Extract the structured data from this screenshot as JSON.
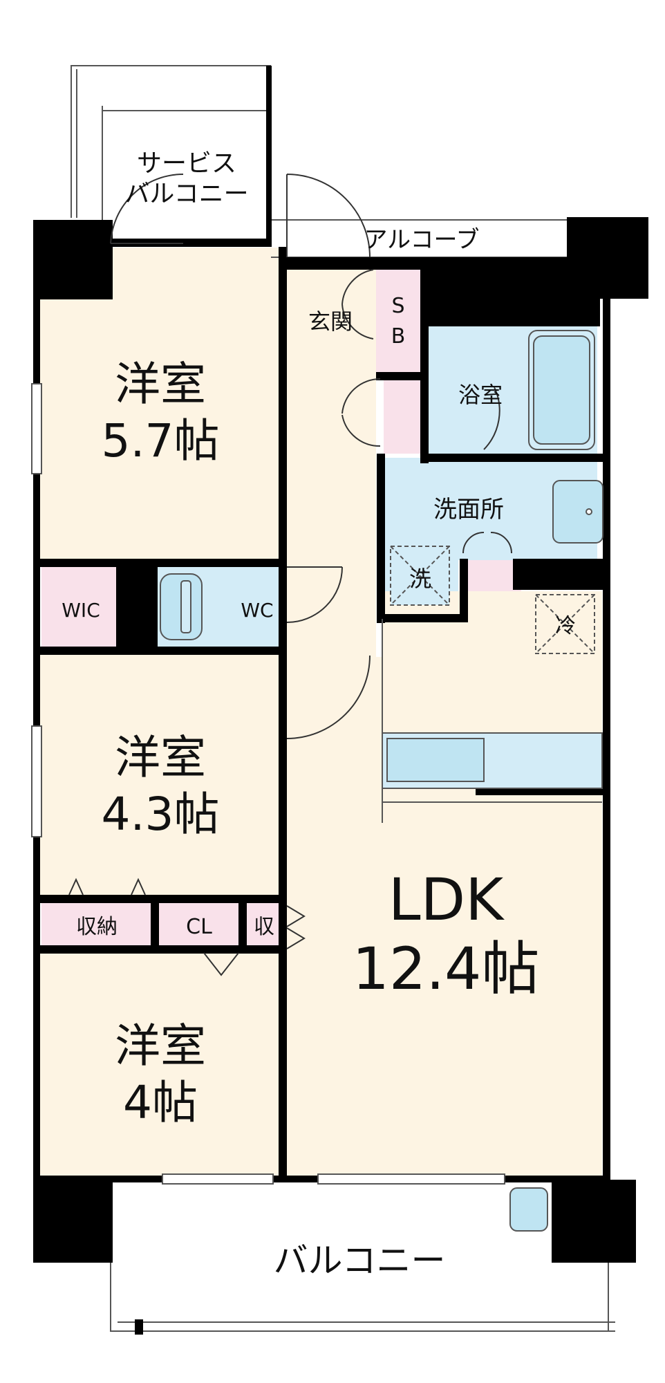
{
  "floorplan": {
    "rooms": {
      "service_balcony": {
        "line1": "サービス",
        "line2": "バルコニー"
      },
      "alcove": "アルコーブ",
      "entrance": "玄関",
      "shoe_box": {
        "line1": "S",
        "line2": "B"
      },
      "bathroom": "浴室",
      "washroom": "洗面所",
      "washer": "洗",
      "fridge": "冷",
      "wic": "WIC",
      "wc": "WC",
      "western1": {
        "name": "洋室",
        "size": "5.7帖"
      },
      "western2": {
        "name": "洋室",
        "size": "4.3帖"
      },
      "western3": {
        "name": "洋室",
        "size": "4帖"
      },
      "storage": "収納",
      "closet": "CL",
      "storage_small": "収",
      "ldk": {
        "name": "LDK",
        "size": "12.4帖"
      },
      "balcony": "バルコニー"
    },
    "colors": {
      "room_fill": "#fdf4e3",
      "wet_fill": "#d3ecf7",
      "storage_fill": "#f9e1ea",
      "wall": "#000000",
      "fixture_fill": "#bfe4f2"
    }
  }
}
